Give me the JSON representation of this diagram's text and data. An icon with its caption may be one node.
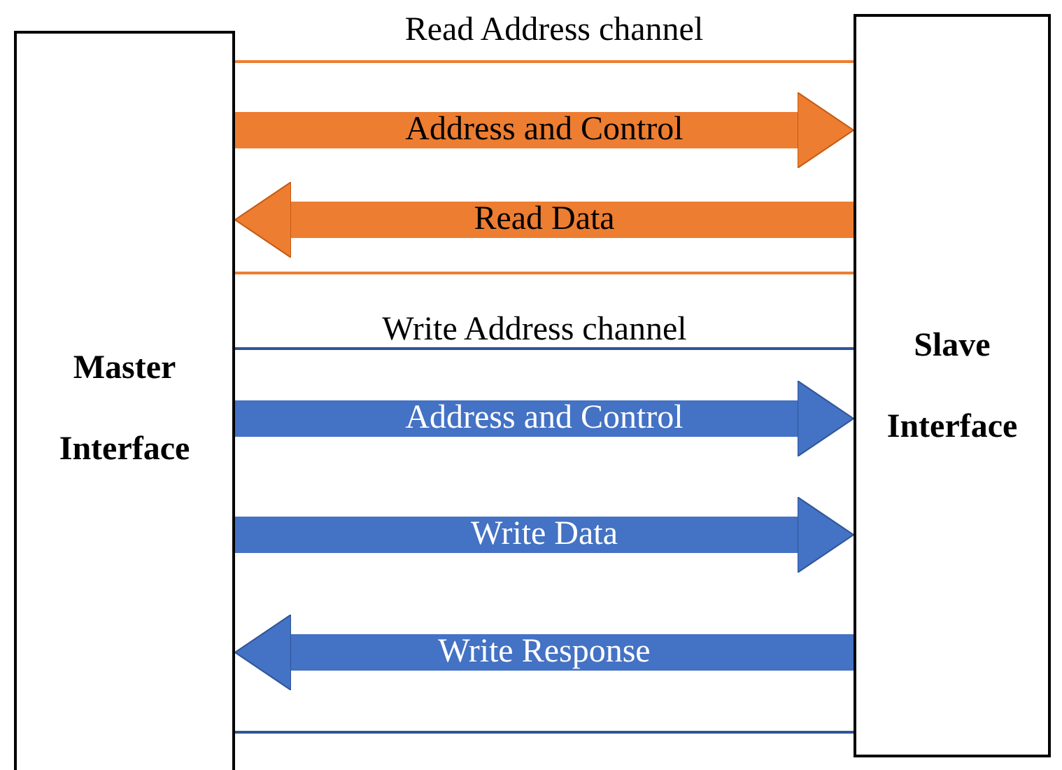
{
  "diagram": {
    "nodes": [
      {
        "text": [
          "Master Interface"
        ]
      },
      {
        "text": [
          "Slave Interface"
        ]
      }
    ],
    "edges": [
      {
        "from": 0,
        "to": 1,
        "arrow": "to",
        "label": "Address and Control",
        "color": "#ed7d31"
      },
      {
        "from": 1,
        "to": 0,
        "arrow": "to",
        "label": "Read Data",
        "color": "#ed7d31"
      },
      {
        "from": 0,
        "to": 1,
        "arrow": "to",
        "label": "Address and Control"
      },
      {
        "from": 0,
        "to": 1,
        "arrow": "to",
        "label": "Write Data"
      },
      {
        "from": 1,
        "to": 0,
        "arrow": "to",
        "label": "Write Response"
      }
    ],
    "labels": [
      "Read Address channel",
      "Write Address channel"
    ]
  }
}
